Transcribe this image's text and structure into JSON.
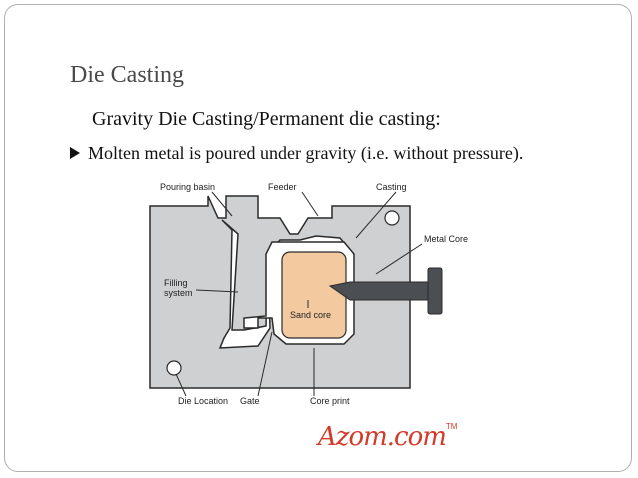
{
  "slide": {
    "title": "Die Casting",
    "subtitle": "Gravity Die Casting/Permanent die casting:",
    "bullet": "Molten metal is poured under gravity (i.e. without pressure)."
  },
  "diagram": {
    "labels": {
      "pouring_basin": "Pouring basin",
      "feeder": "Feeder",
      "casting": "Casting",
      "metal_core": "Metal Core",
      "filling_system_line1": "Filling",
      "filling_system_line2": "system",
      "sand_core": "Sand core",
      "die_location": "Die Location",
      "gate": "Gate",
      "core_print": "Core print"
    },
    "colors": {
      "die": "#cfd0d2",
      "cavity": "#ffffff",
      "sand_core": "#f3c9a0",
      "metal_core": "#4b4e52",
      "outline": "#2a2a2a"
    }
  },
  "logo": {
    "text": "Azom.com",
    "tm": "TM"
  }
}
